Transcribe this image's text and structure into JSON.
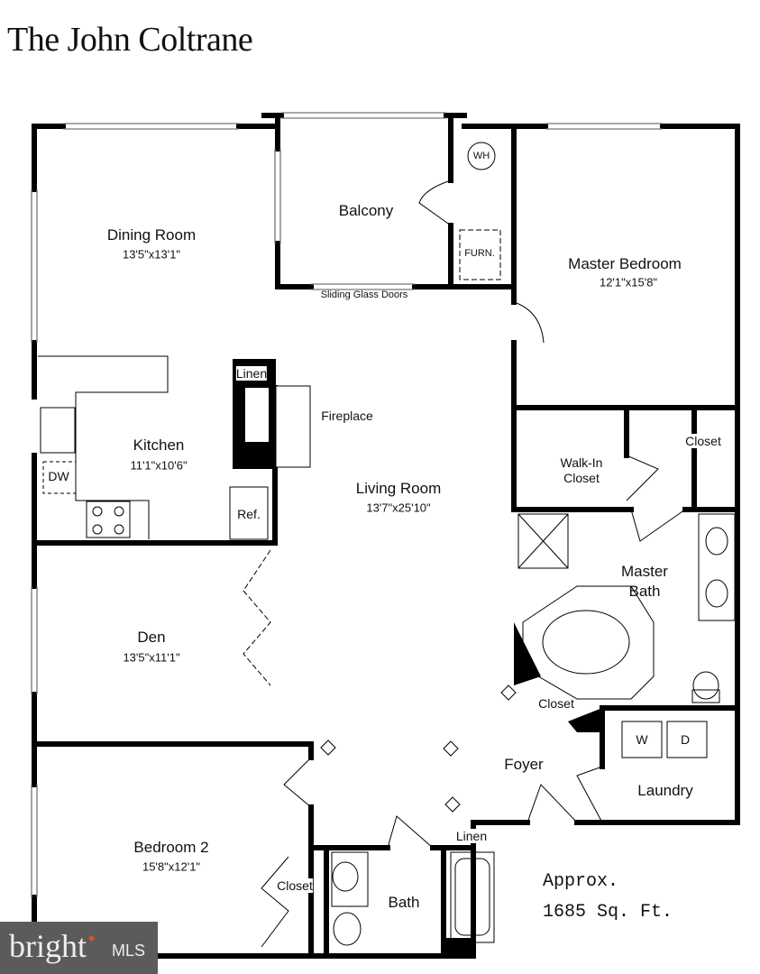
{
  "title": "The John Coltrane",
  "area": {
    "line1": "Approx.",
    "line2": "1685 Sq. Ft."
  },
  "rooms": {
    "dining": {
      "name": "Dining Room",
      "dims": "13'5\"x13'1\""
    },
    "balcony": {
      "name": "Balcony"
    },
    "wh": "WH",
    "furn": "FURN.",
    "sliding": "Sliding Glass Doors",
    "master_bedroom": {
      "name": "Master Bedroom",
      "dims": "12'1\"x15'8\""
    },
    "linen1": "Linen",
    "fireplace": "Fireplace",
    "kitchen": {
      "name": "Kitchen",
      "dims": "11'1\"x10'6\""
    },
    "dw": "DW",
    "ref": "Ref.",
    "living": {
      "name": "Living Room",
      "dims": "13'7\"x25'10\""
    },
    "walkin": {
      "line1": "Walk-In",
      "line2": "Closet"
    },
    "closet_mb": "Closet",
    "master_bath": {
      "line1": "Master",
      "line2": "Bath"
    },
    "den": {
      "name": "Den",
      "dims": "13'5\"x11'1\""
    },
    "closet_foyer": "Closet",
    "washer": "W",
    "dryer": "D",
    "foyer": "Foyer",
    "laundry": "Laundry",
    "linen2": "Linen",
    "bedroom2": {
      "name": "Bedroom 2",
      "dims": "15'8\"x12'1\""
    },
    "closet_b2": "Closet",
    "bath": "Bath"
  },
  "logo": {
    "brand": "bright",
    "suffix": "MLS"
  }
}
